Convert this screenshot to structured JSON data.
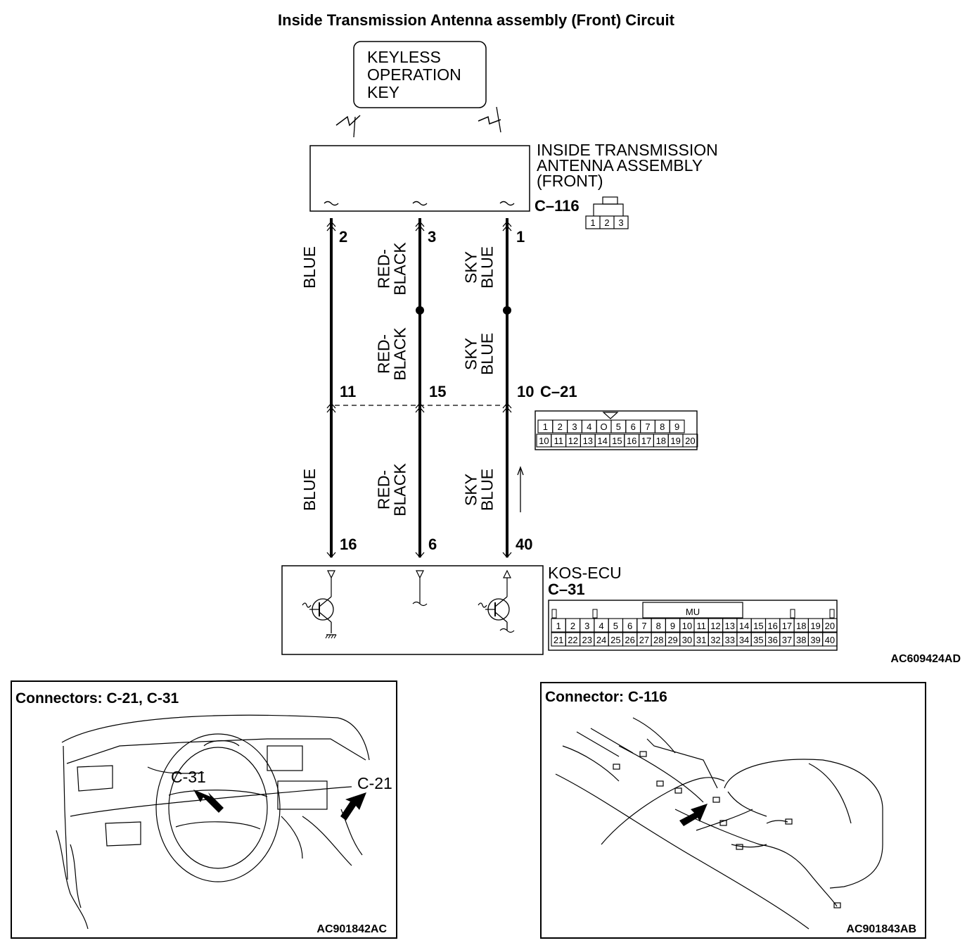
{
  "title": "Inside Transmission Antenna assembly (Front) Circuit",
  "key_box": {
    "lines": [
      "KEYLESS",
      "OPERATION",
      "KEY"
    ]
  },
  "antenna": {
    "lines": [
      "INSIDE TRANSMISSION",
      "ANTENNA ASSEMBLY",
      "(FRONT)"
    ],
    "connector": "C–116",
    "connector_pins": [
      "1",
      "2",
      "3"
    ]
  },
  "wires": [
    {
      "color_upper": "BLUE",
      "color_middle": "",
      "color_lower": "BLUE",
      "pin_top": "2",
      "pin_mid": "11",
      "pin_bottom": "16"
    },
    {
      "color_upper": "RED-\nBLACK",
      "color_middle": "RED-\nBLACK",
      "color_lower": "RED-\nBLACK",
      "pin_top": "3",
      "pin_mid": "15",
      "pin_bottom": "6"
    },
    {
      "color_upper": "SKY\nBLUE",
      "color_middle": "SKY\nBLUE",
      "color_lower": "SKY\nBLUE",
      "pin_top": "1",
      "pin_mid": "10",
      "pin_bottom": "40"
    }
  ],
  "c21": {
    "label": "C–21",
    "row1": [
      "1",
      "2",
      "3",
      "4",
      "O",
      "5",
      "6",
      "7",
      "8",
      "9"
    ],
    "row2": [
      "10",
      "11",
      "12",
      "13",
      "14",
      "15",
      "16",
      "17",
      "18",
      "19",
      "20"
    ]
  },
  "ecu": {
    "name": "KOS-ECU",
    "connector": "C–31",
    "tab_label": "MU",
    "row1": [
      "1",
      "2",
      "3",
      "4",
      "5",
      "6",
      "7",
      "8",
      "9",
      "10",
      "11",
      "12",
      "13",
      "14",
      "15",
      "16",
      "17",
      "18",
      "19",
      "20"
    ],
    "row2": [
      "21",
      "22",
      "23",
      "24",
      "25",
      "26",
      "27",
      "28",
      "29",
      "30",
      "31",
      "32",
      "33",
      "34",
      "35",
      "36",
      "37",
      "38",
      "39",
      "40"
    ]
  },
  "diagram_code": "AC609424AD",
  "panel_left": {
    "title": "Connectors: C-21, C-31",
    "callout_a": "C-31",
    "callout_b": "C-21",
    "code": "AC901842AC"
  },
  "panel_right": {
    "title": "Connector: C-116",
    "code": "AC901843AB"
  }
}
